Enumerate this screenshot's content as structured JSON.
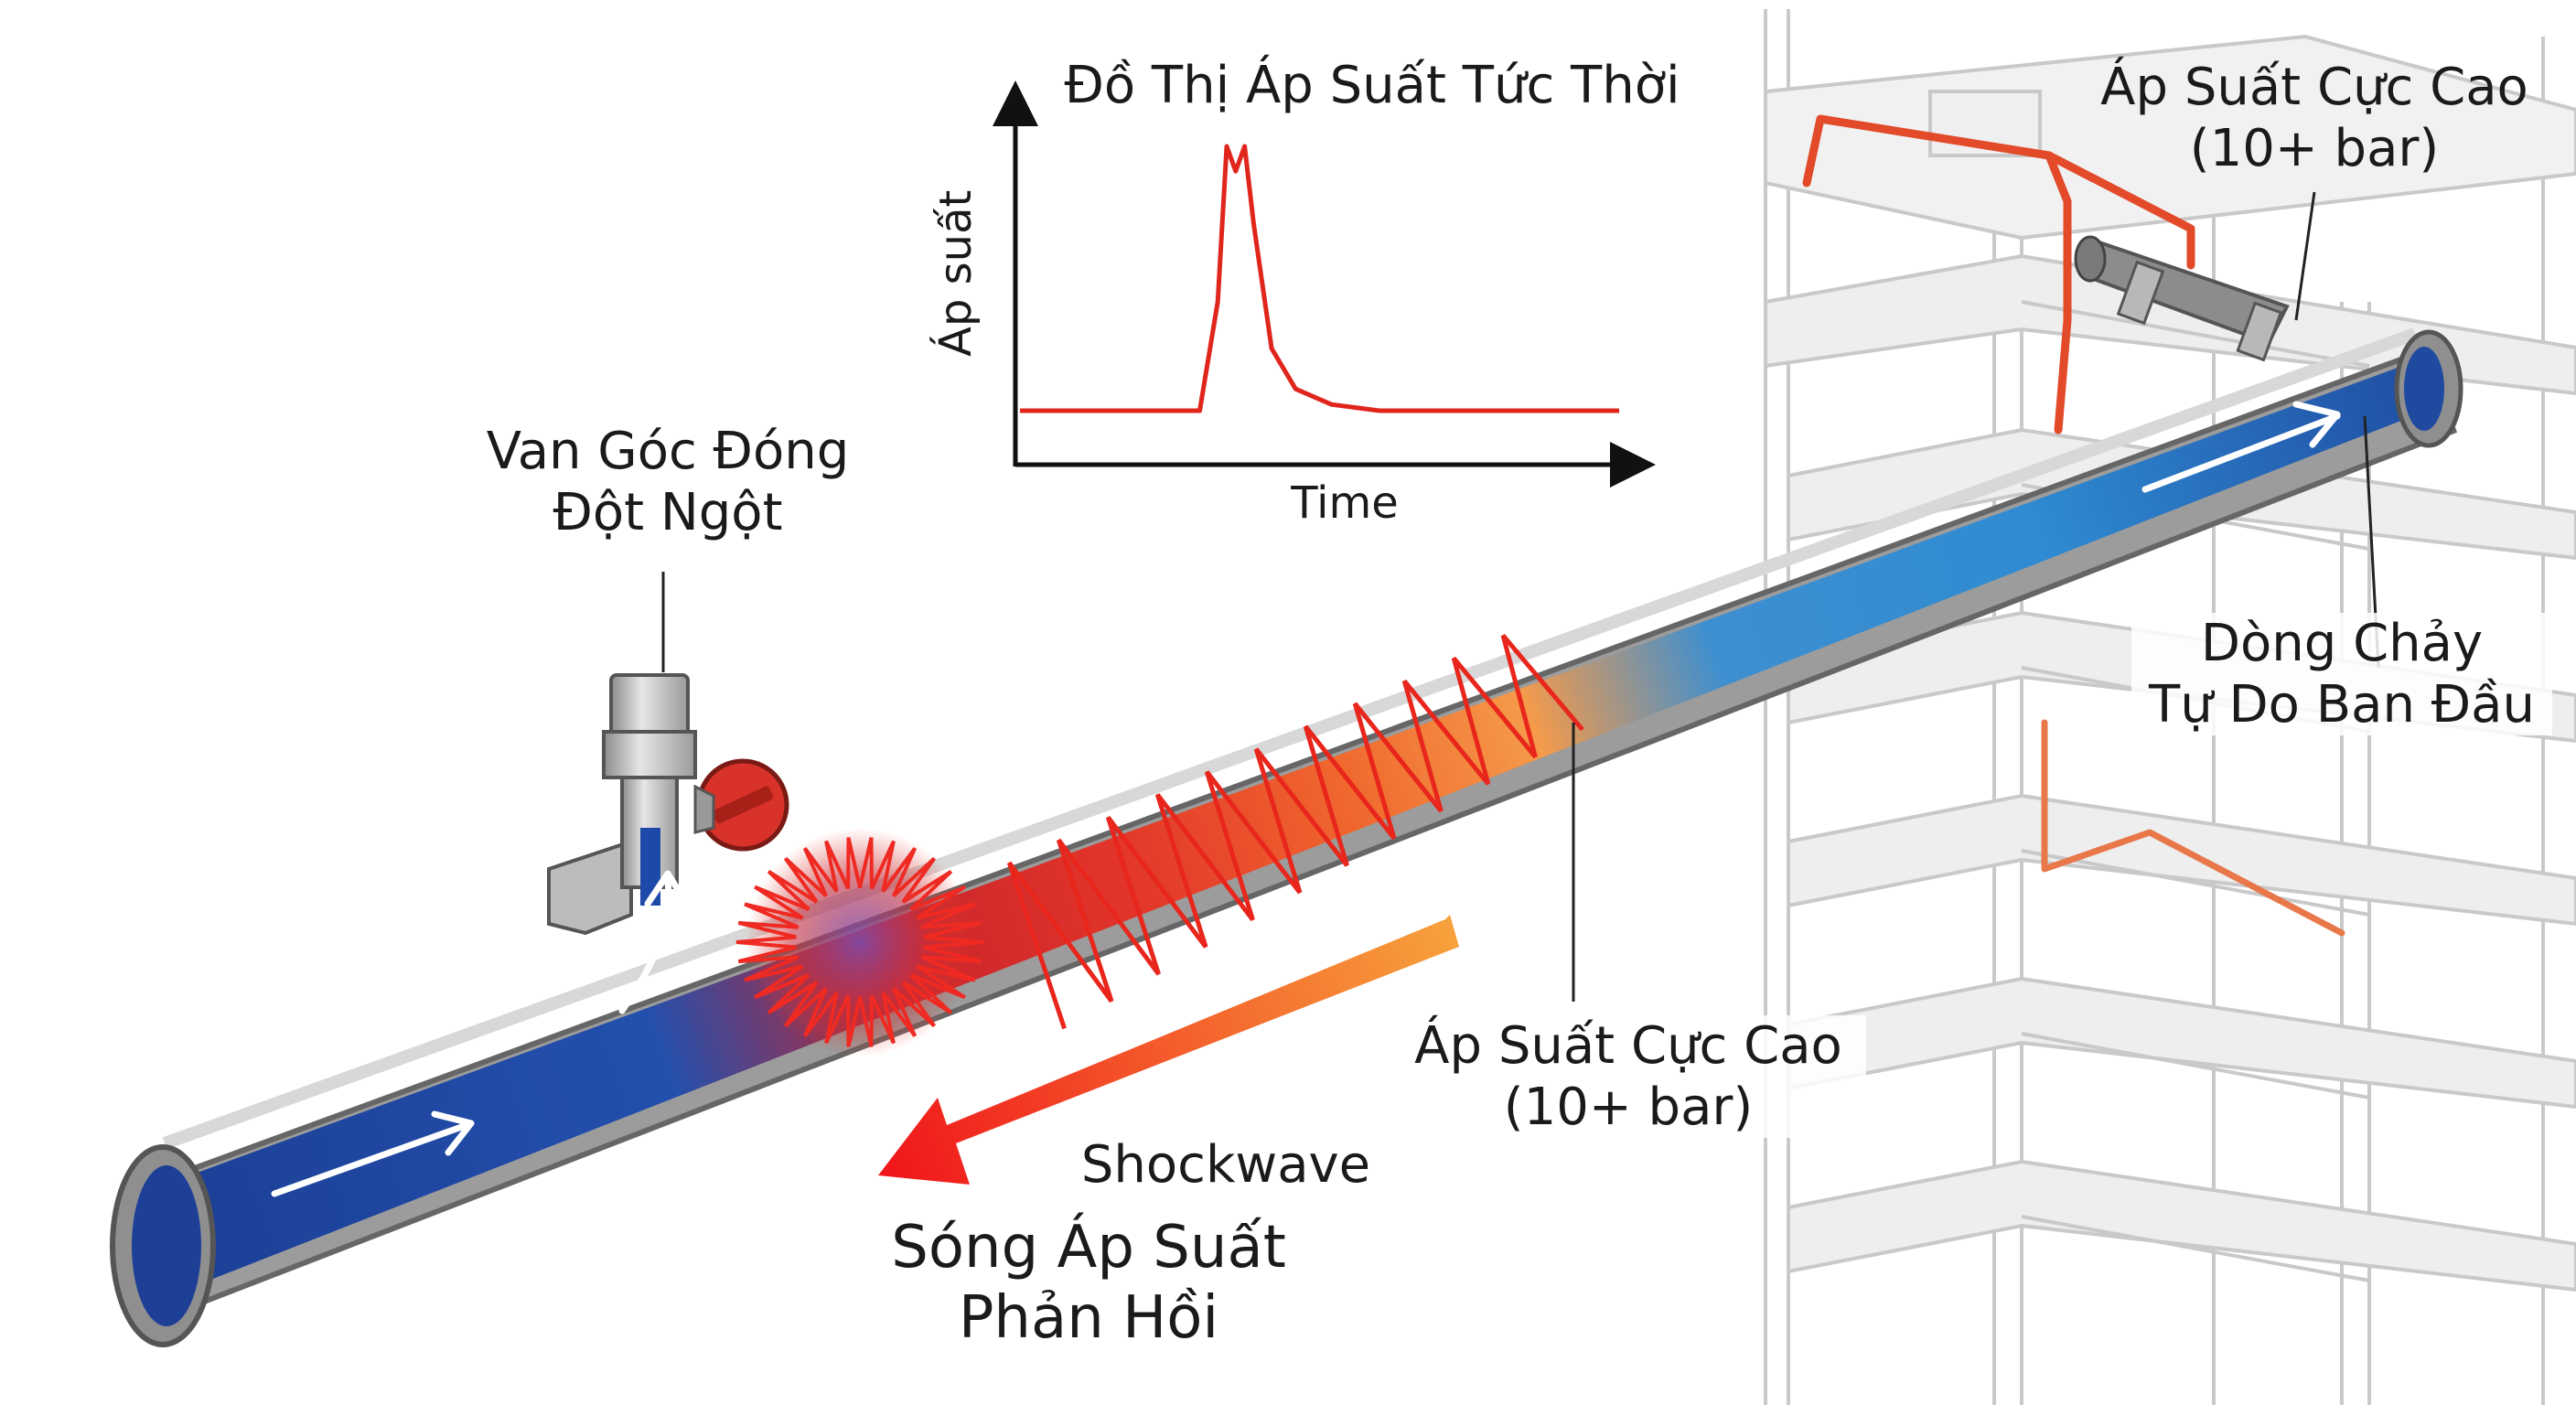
{
  "chart": {
    "title": "Đồ Thị Áp Suất Tức Thời",
    "ylabel": "Áp suất",
    "xlabel": "Time"
  },
  "chart_data": {
    "type": "line",
    "title": "Đồ Thị Áp Suất Tức Thời",
    "xlabel": "Time",
    "ylabel": "Áp suất",
    "series": [
      {
        "x": [
          0,
          0.3,
          0.33,
          0.345,
          0.36,
          0.375,
          0.39,
          0.42,
          0.46,
          0.52,
          0.6,
          1.0
        ],
        "y": [
          0.15,
          0.15,
          0.5,
          1.0,
          0.92,
          1.0,
          0.75,
          0.35,
          0.22,
          0.17,
          0.15,
          0.15
        ]
      }
    ],
    "grid": false,
    "colors": [
      "#e0261c"
    ]
  },
  "labels": {
    "valve_line1": "Van Góc Đóng",
    "valve_line2": "Đột Ngột",
    "top_pressure_line1": "Áp Suất Cực Cao",
    "top_pressure_line2": "(10+ bar)",
    "flow_line1": "Dòng Chảy",
    "flow_line2": "Tự Do Ban Đầu",
    "mid_pressure_line1": "Áp Suất Cực Cao",
    "mid_pressure_line2": "(10+ bar)",
    "shockwave": "Shockwave",
    "reflect_line1": "Sóng Áp Suất",
    "reflect_line2": "Phản Hồi"
  },
  "colors": {
    "water": "#1d4fa8",
    "water_light": "#3a9ad8",
    "pressure_hot": "#e0261c",
    "pressure_warm": "#f5922a",
    "pipe_wall": "#9a9a9a",
    "valve_handle": "#d8322a",
    "building": "#d8d8d8"
  }
}
